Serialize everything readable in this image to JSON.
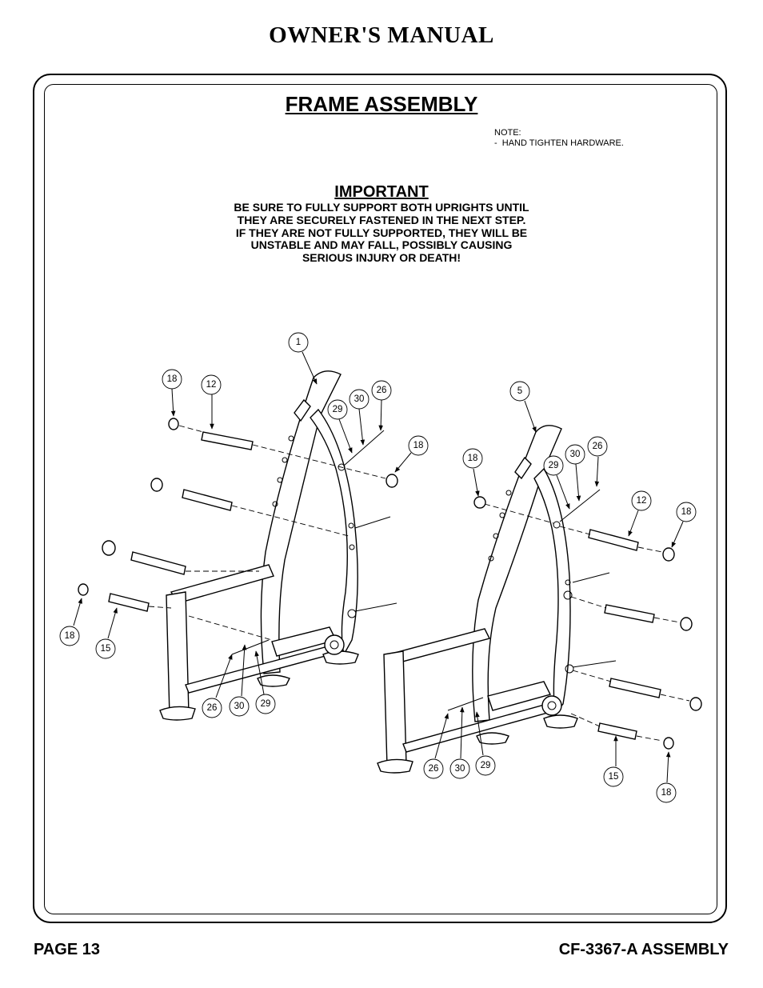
{
  "header": {
    "title": "OWNER'S MANUAL"
  },
  "section": {
    "title": "FRAME ASSEMBLY"
  },
  "note": {
    "heading": "NOTE:",
    "line1": "-  HAND TIGHTEN HARDWARE."
  },
  "important": {
    "title": "IMPORTANT",
    "lines": [
      "BE SURE TO FULLY SUPPORT BOTH UPRIGHTS UNTIL",
      "THEY ARE SECURELY FASTENED IN THE NEXT STEP.",
      "IF THEY ARE NOT FULLY SUPPORTED, THEY WILL BE",
      "UNSTABLE AND MAY FALL, POSSIBLY CAUSING",
      "SERIOUS INJURY OR DEATH!"
    ]
  },
  "callouts": {
    "left_upright": "1",
    "left_cap_top": "18",
    "left_pin_top": "12",
    "left_washer_top": "30",
    "left_bolt_top": "26",
    "left_nut_top": "29",
    "left_cap_right": "18",
    "left_cap_bottom": "18",
    "left_pin_bottom": "15",
    "left_bolt_bottom": "26",
    "left_washer_bottom": "30",
    "left_nut_bottom": "29",
    "right_upright": "5",
    "right_cap_left": "18",
    "right_nut_top": "29",
    "right_washer_top": "30",
    "right_bolt_top": "26",
    "right_pin_top": "12",
    "right_cap_top": "18",
    "right_bolt_bottom": "26",
    "right_washer_bottom": "30",
    "right_nut_bottom": "29",
    "right_pin_bottom": "15",
    "right_cap_bottom": "18"
  },
  "footer": {
    "page": "PAGE 13",
    "doc": "CF-3367-A ASSEMBLY"
  }
}
